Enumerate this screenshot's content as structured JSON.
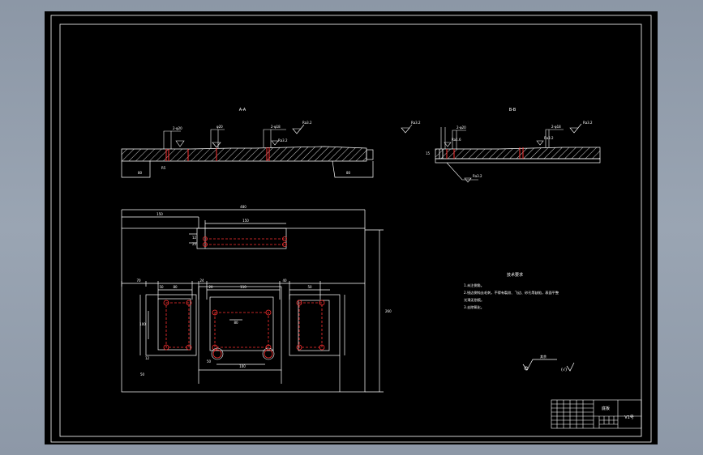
{
  "colors": {
    "background": "#000000",
    "line": "#ffffff",
    "hole": "#ff3030",
    "window": "#95a0ae"
  },
  "views": {
    "section_aa": {
      "label": "A-A",
      "callouts": [
        "2-φ20",
        "φ20",
        "2-φ18",
        "Ra3.2"
      ]
    },
    "section_bb": {
      "label": "B-B",
      "callouts": [
        "Ra3.2",
        "2-φ20",
        "2-φ18",
        "Ra1.6",
        "Ra3.2"
      ]
    }
  },
  "plan_dims": {
    "overall_width": "480",
    "upper_left": "150",
    "upper_slot": "150",
    "left_col_a": "70",
    "left_col_b": "80",
    "left_col_c": "50",
    "mid_col_a": "24",
    "mid_col_b": "20",
    "mid_col_c": "110",
    "right_col_a": "40",
    "right_col_b": "50",
    "overall_height": "260",
    "left_height": "100",
    "mid_height": "80",
    "bottom_pitch": "100"
  },
  "notes": {
    "title": "技术要求",
    "items": [
      "1.未注倒角。",
      "2.锐边倒钝去毛刺，不得有裂纹、飞边、砂孔等缺陷，表面平整",
      "光滑无划痕。",
      "3.去除氧化。"
    ]
  },
  "roughness_legend": {
    "left": "其余",
    "right": "(√)"
  },
  "title_block": {
    "name": "底板",
    "company": "",
    "code": "V1号"
  }
}
